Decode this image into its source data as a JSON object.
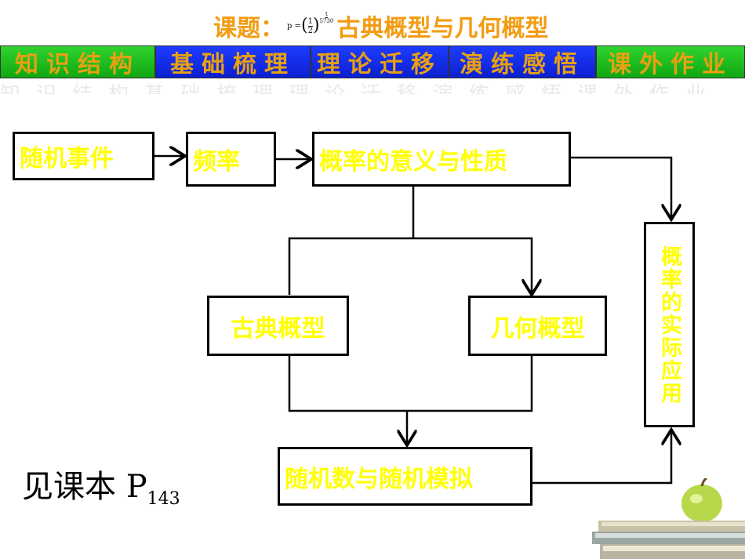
{
  "header": {
    "title_prefix": "课题：",
    "formula": {
      "lhs": "p =",
      "numerator": "1",
      "denominator": "2",
      "exp_numerator": "t",
      "exp_denominator": "5730"
    },
    "title_main": "古典概型与几何概型"
  },
  "nav": {
    "tabs": [
      {
        "label": "知识结构",
        "style": "green-orange"
      },
      {
        "label": "基础梳理",
        "style": "blue"
      },
      {
        "label": "理论迁移",
        "style": "blue"
      },
      {
        "label": "演练感悟",
        "style": "blue"
      },
      {
        "label": "课外作业",
        "style": "green"
      }
    ],
    "shadow_text": "知识结构基础梳理理论迁移演练感悟课外作业"
  },
  "diagram": {
    "nodes": {
      "random_event": "随机事件",
      "frequency": "频率",
      "meaning": "概率的意义与性质",
      "classical": "古典概型",
      "geometric": "几何概型",
      "simulation": "随机数与随机模拟",
      "application": "概率的实际应用"
    }
  },
  "note": {
    "text": "见课本 P",
    "sub": "143"
  },
  "colors": {
    "node_text": "#ffff00",
    "title": "#f39c12",
    "nav_blue": "#1430e8",
    "nav_green": "#22c322"
  }
}
